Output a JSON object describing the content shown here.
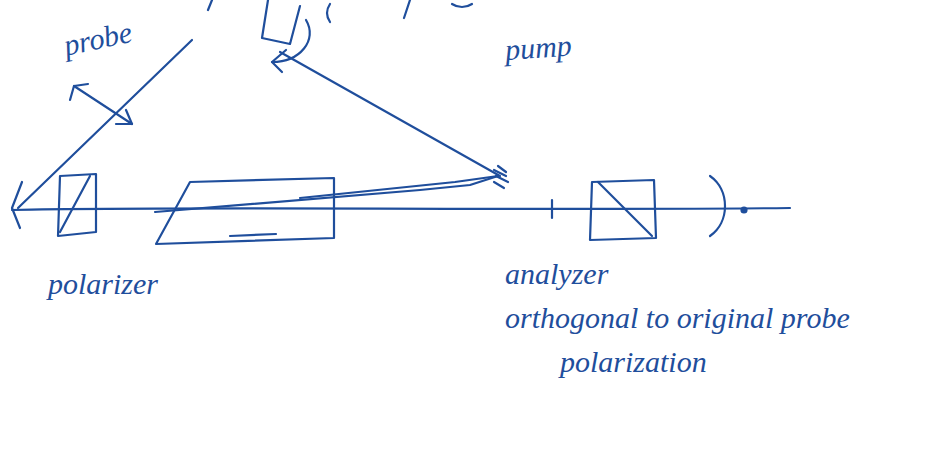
{
  "diagram": {
    "labels": [
      "probe",
      "pump",
      "polarizer",
      "analyzer",
      "orthogonal to original probe polarization"
    ]
  }
}
